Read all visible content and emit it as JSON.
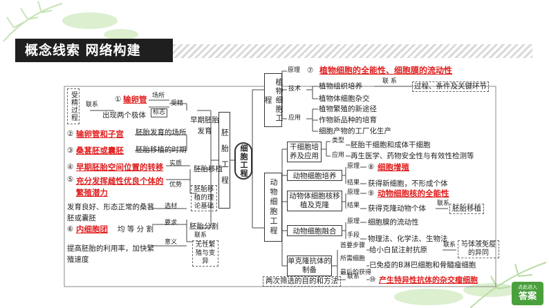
{
  "header": {
    "title": "概念线索  网络构建"
  },
  "center": {
    "label": "细胞工程"
  },
  "plant": {
    "label": "植物细胞工程",
    "yuanli": "原理",
    "item7": "⑦",
    "item7_text": "植物细胞的全能性、细胞膜的流动性",
    "jishu": "技术",
    "zuzhi": "植物组织培养",
    "lianxi": "联  系",
    "process": "过程、条件及关键环节",
    "zajiao": "植物体细胞杂交",
    "yingyong": "应用",
    "app1": "植物繁殖的新途径",
    "app2": "作物新品种的培育",
    "app3": "细胞产物的工厂化生产"
  },
  "animal": {
    "label": "动物细胞工程",
    "stem": "干细胞培养及应用",
    "leixing": "类型",
    "stem_type": "胚胎干细胞和成体干细胞",
    "stem_app_label": "应用",
    "stem_app": "再生医学、药物安全性与有效性检测等",
    "culture": "动物细胞培养",
    "c_yuanli": "原理",
    "item8": "⑧",
    "item8_text": "细胞增殖",
    "c_jieguo": "结果",
    "c_result": "获得新细胞，不形成个体",
    "nt": "动物体细胞核移植及克隆",
    "nt_yuanli": "原理",
    "item9": "⑨",
    "item9_text": "动物细胞核的全能性",
    "nt_jieguo": "结果",
    "nt_result": "获得克隆动物个体",
    "nt_lianxi": "联系",
    "nt_link": "胚胎移植",
    "fusion": "动物细胞融合",
    "f_yuanli": "原理",
    "f_principle": "细胞膜的流动性",
    "f_shouduan": "手段",
    "f_means": "物理法、化学法、生物法",
    "mab": "单克隆抗体的制备",
    "step1_label": "首要步骤",
    "step1": "给小白鼠注射抗原",
    "step1_lianxi": "联系",
    "step1_link": "与体液免疫的异同",
    "cells_label": "所需细胞",
    "cells": "已免疫的B淋巴细胞和骨髓瘤细胞",
    "final_label": "最后的获得",
    "item10": "⑩",
    "item10_text": "产生特异性抗体的杂交瘤细胞",
    "screen": "两次筛选的目的和方法",
    "screen_lianxi": "联系"
  },
  "embryo": {
    "label": "胚胎工程",
    "shoujing": "受精过程",
    "lianxi1": "联系",
    "item1": "①",
    "item1_text": "输卵管",
    "changsuo": "场所",
    "biaozhi": "标志",
    "shoujing2": "受精",
    "two_bodies": "出现两个极体",
    "early": "早期胚胎发育",
    "item2": "②",
    "item2_text": "输卵管和子宫",
    "develop_place": "胚胎发育的场所",
    "item3": "③",
    "item3_text": "桑葚胚或囊胚",
    "transfer_time": "胚胎移植的时期",
    "shizhi": "实质",
    "item4": "④",
    "item4_text": "早期胚胎空间位置的转移",
    "transfer": "胚胎移植",
    "youshi": "优势",
    "item5": "⑤",
    "item5_text": "充分发挥雌性优良个体的繁殖潜力",
    "theory": "胚胎移植的理论基础",
    "xuancai": "选材",
    "material": "发育良好、形态正常的桑葚胚或囊胚",
    "yaoqiu": "要求",
    "item6": "⑥",
    "item6_text": "内细胞团",
    "split_even": "均 等 分 割",
    "split": "胚胎分割",
    "yiyi": "意义",
    "meaning": "提高胚胎的利用率，加快繁殖速度",
    "lianxi2": "联系",
    "asexual": "无性繁殖与变异"
  },
  "badge": {
    "top": "点此进入",
    "main": "答案"
  }
}
